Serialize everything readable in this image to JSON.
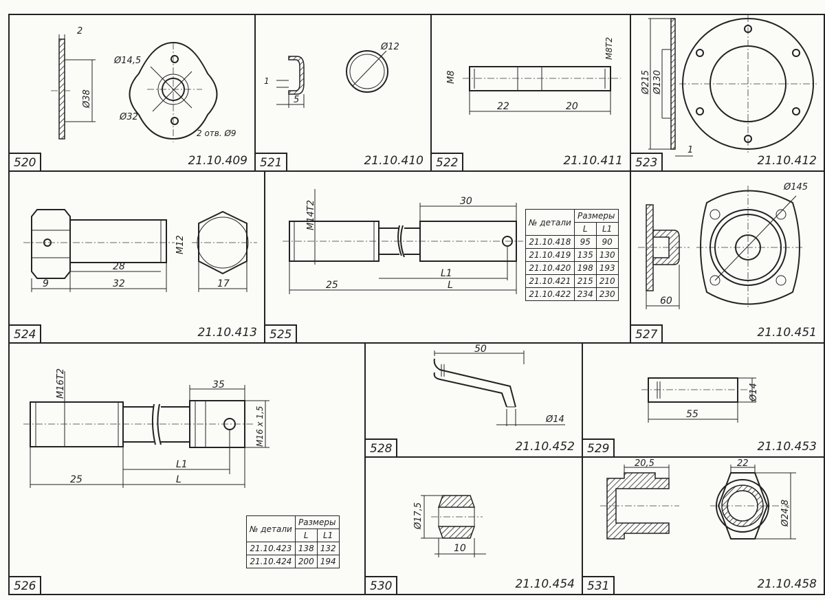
{
  "panels": [
    {
      "num": "520",
      "code": "21.10.409",
      "dims": [
        "2",
        "Ø38",
        "Ø14,5",
        "Ø32",
        "2 отв. Ø9"
      ]
    },
    {
      "num": "521",
      "code": "21.10.410",
      "dims": [
        "1",
        "5",
        "Ø12"
      ]
    },
    {
      "num": "522",
      "code": "21.10.411",
      "dims": [
        "M8",
        "M8T2",
        "22",
        "20"
      ]
    },
    {
      "num": "523",
      "code": "21.10.412",
      "dims": [
        "Ø215",
        "Ø130",
        "1"
      ]
    },
    {
      "num": "524",
      "code": "21.10.413",
      "dims": [
        "M12",
        "28",
        "32",
        "9",
        "17"
      ]
    },
    {
      "num": "525",
      "code": "",
      "dims": [
        "M14T2",
        "30",
        "L1",
        "L",
        "25"
      ]
    },
    {
      "num": "527",
      "code": "21.10.451",
      "dims": [
        "Ø145",
        "60"
      ]
    },
    {
      "num": "526",
      "code": "",
      "dims": [
        "M16T2",
        "35",
        "M16 x 1,5",
        "L1",
        "L",
        "25"
      ]
    },
    {
      "num": "528",
      "code": "21.10.452",
      "dims": [
        "50",
        "Ø14"
      ]
    },
    {
      "num": "529",
      "code": "21.10.453",
      "dims": [
        "Ø14",
        "55"
      ]
    },
    {
      "num": "530",
      "code": "21.10.454",
      "dims": [
        "Ø17,5",
        "10"
      ]
    },
    {
      "num": "531",
      "code": "21.10.458",
      "dims": [
        "20,5",
        "22",
        "Ø24,8"
      ]
    }
  ],
  "table525": {
    "col1": "№ детали",
    "group": "Размеры",
    "h_L": "L",
    "h_L1": "L1",
    "rows": [
      {
        "part": "21.10.418",
        "L": "95",
        "L1": "90"
      },
      {
        "part": "21.10.419",
        "L": "135",
        "L1": "130"
      },
      {
        "part": "21.10.420",
        "L": "198",
        "L1": "193"
      },
      {
        "part": "21.10.421",
        "L": "215",
        "L1": "210"
      },
      {
        "part": "21.10.422",
        "L": "234",
        "L1": "230"
      }
    ]
  },
  "table526": {
    "col1": "№ детали",
    "group": "Размеры",
    "h_L": "L",
    "h_L1": "L1",
    "rows": [
      {
        "part": "21.10.423",
        "L": "138",
        "L1": "132"
      },
      {
        "part": "21.10.424",
        "L": "200",
        "L1": "194"
      }
    ]
  }
}
